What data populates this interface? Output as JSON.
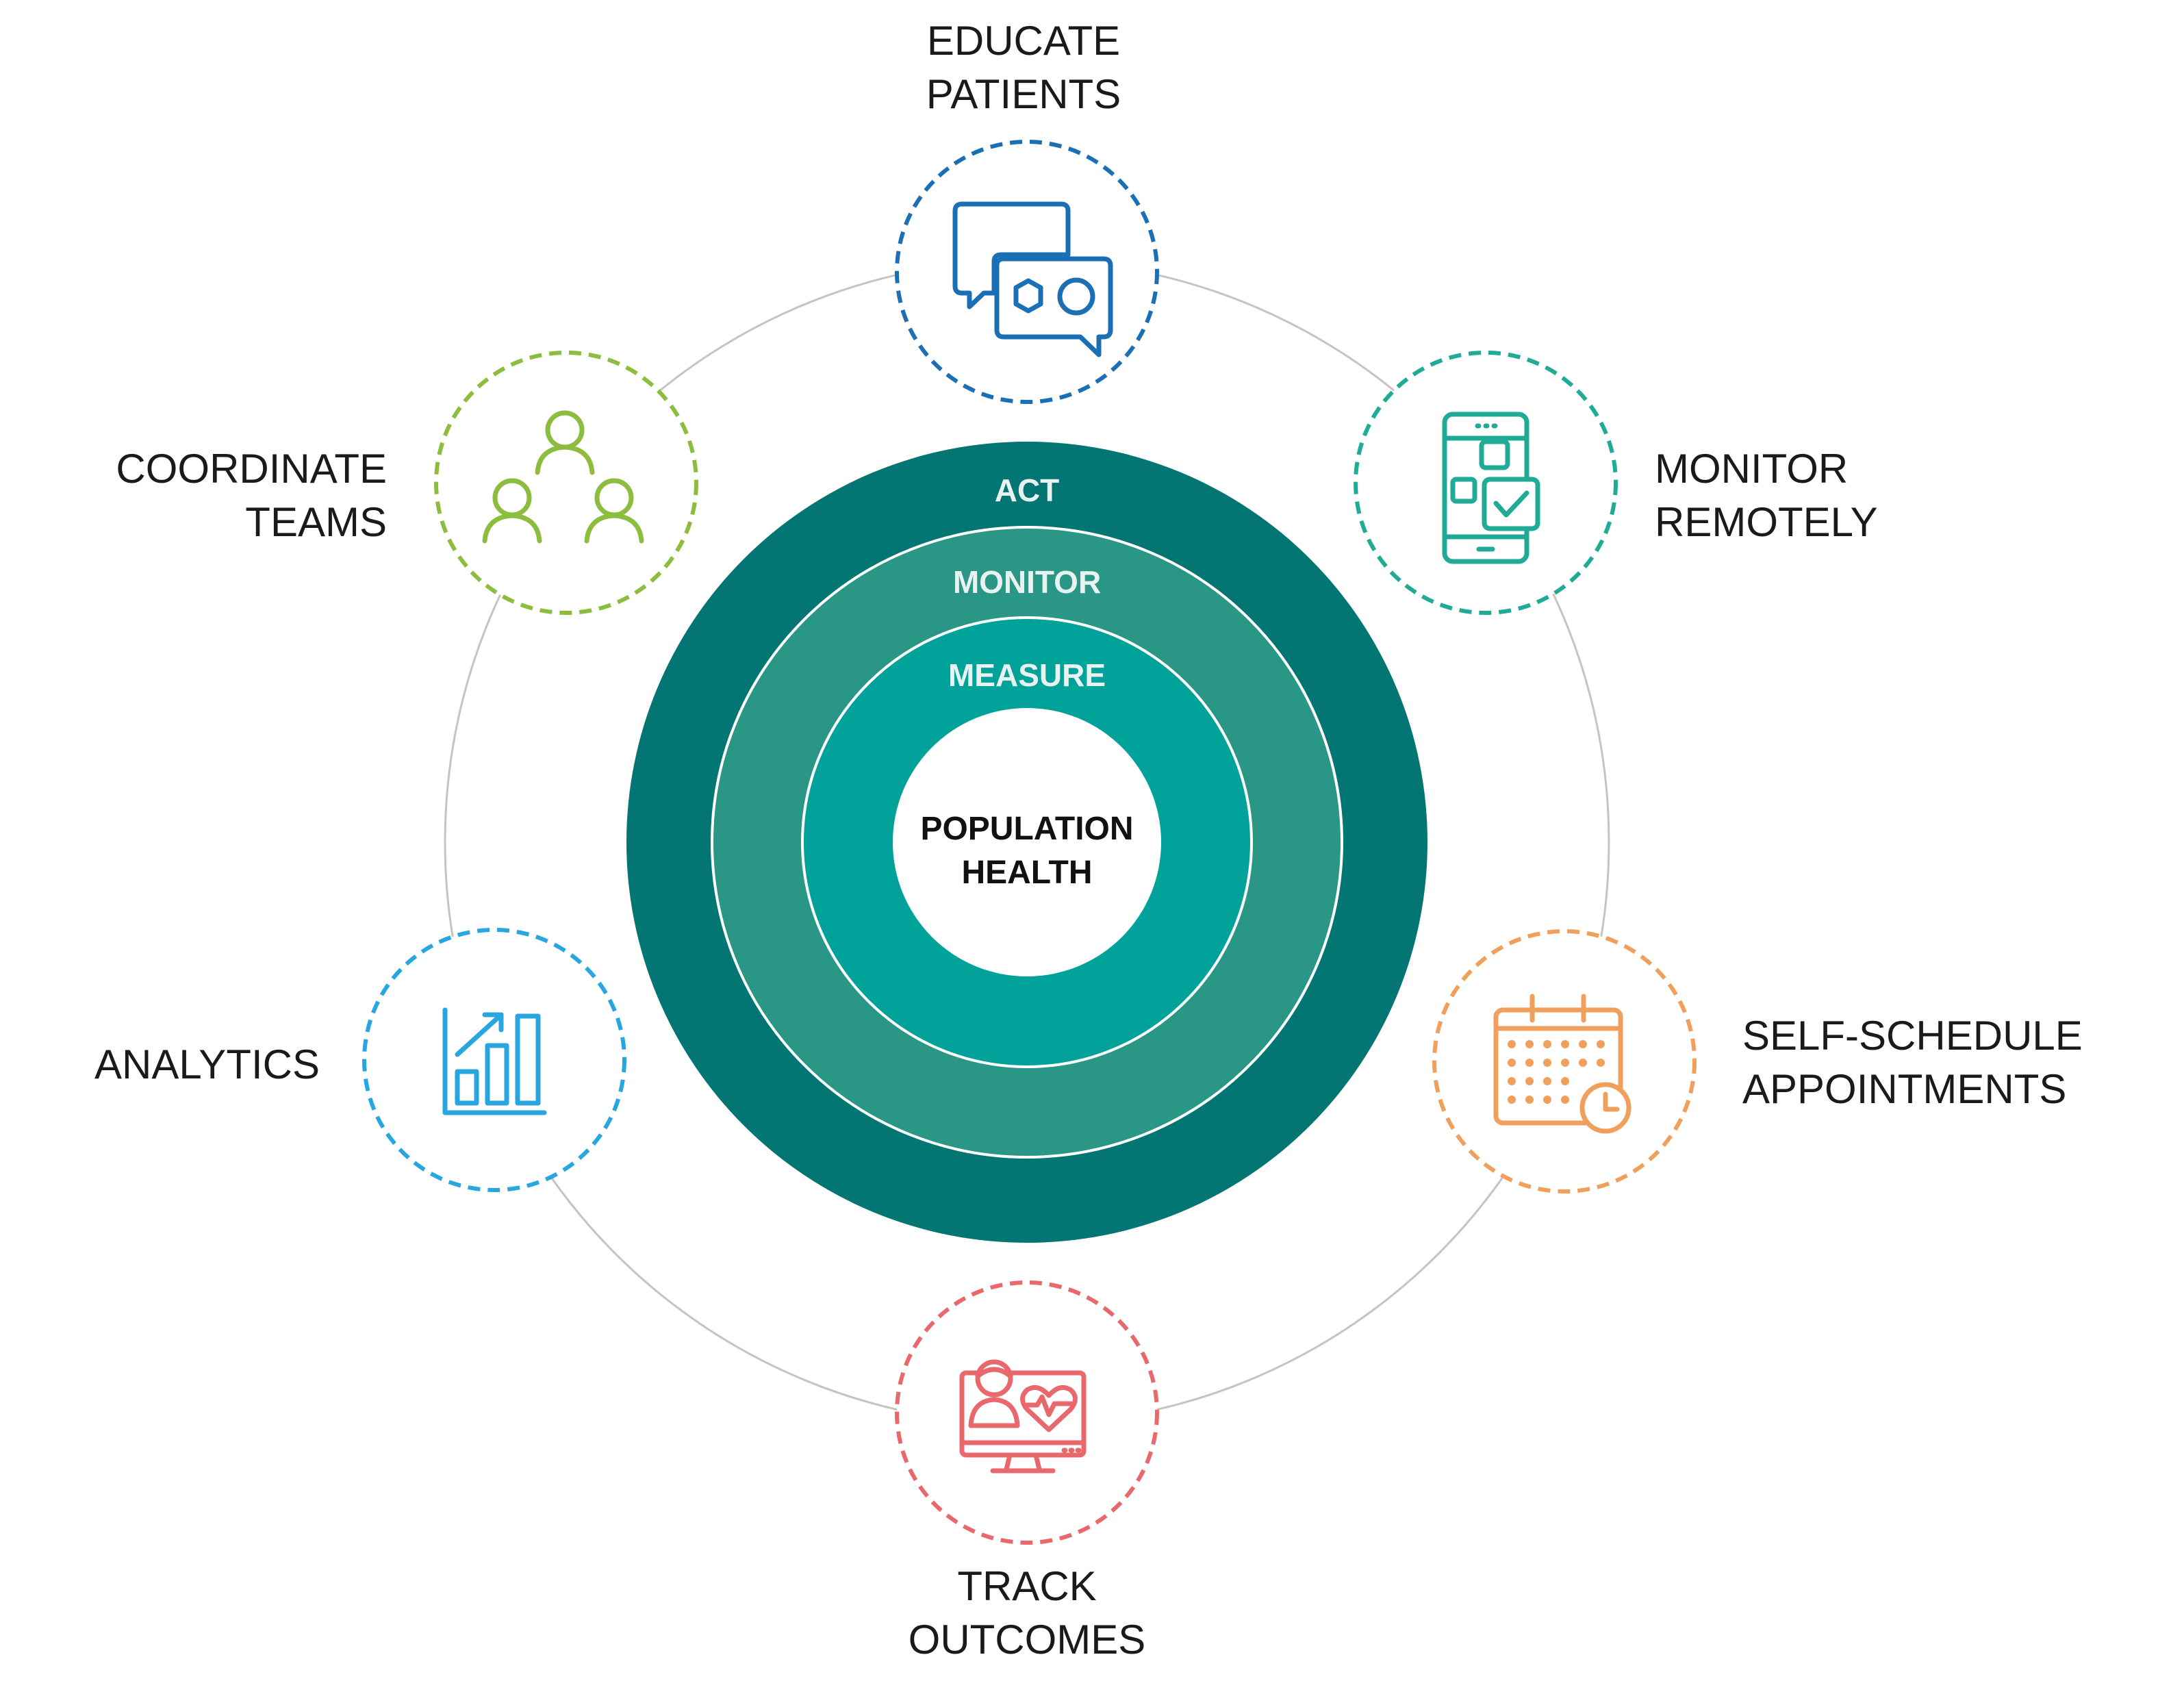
{
  "core": {
    "rings": [
      {
        "label": "ACT",
        "color": "#037573"
      },
      {
        "label": "MONITOR",
        "color": "#2a9786"
      },
      {
        "label": "MEASURE",
        "color": "#00a29a"
      }
    ],
    "center_line1": "POPULATION",
    "center_line2": "HEALTH"
  },
  "nodes": {
    "educate": {
      "line1": "EDUCATE",
      "line2": "PATIENTS",
      "color": "#1b6fb5",
      "icon": "chat-bubbles-icon"
    },
    "monitor_remotely": {
      "line1": "MONITOR",
      "line2": "REMOTELY",
      "color": "#1fab95",
      "icon": "mobile-app-icon"
    },
    "self_schedule": {
      "line1": "SELF-SCHEDULE",
      "line2": "APPOINTMENTS",
      "color": "#f0a05c",
      "icon": "calendar-clock-icon"
    },
    "track_outcomes": {
      "line1": "TRACK",
      "line2": "OUTCOMES",
      "color": "#e8686c",
      "icon": "monitor-heart-icon"
    },
    "analytics": {
      "line1": "ANALYTICS",
      "line2": "",
      "color": "#28a6e0",
      "icon": "bar-chart-icon"
    },
    "coordinate": {
      "line1": "COORDINATE",
      "line2": "TEAMS",
      "color": "#8cbd3f",
      "icon": "team-icon"
    }
  }
}
